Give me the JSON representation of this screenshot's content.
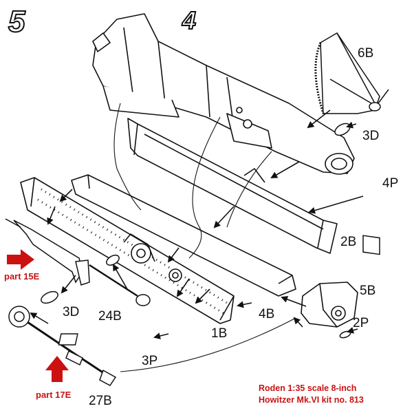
{
  "steps": {
    "step_a": "5",
    "step_b": "4"
  },
  "labels": {
    "p6B": "6B",
    "p3D_top": "3D",
    "p4P": "4P",
    "p2B": "2B",
    "p5B": "5B",
    "p2P": "2P",
    "p4B": "4B",
    "p1B": "1B",
    "p3P": "3P",
    "p24B": "24B",
    "p3D_left": "3D",
    "p27B": "27B"
  },
  "callouts": {
    "part_a": "part 15E",
    "part_b": "part 17E"
  },
  "credit": {
    "line1": "Roden 1:35 scale  8-inch",
    "line2": "Howitzer Mk.VI kit no. 813"
  },
  "colors": {
    "ink": "#111111",
    "accent": "#cc1111",
    "paper": "#ffffff"
  }
}
